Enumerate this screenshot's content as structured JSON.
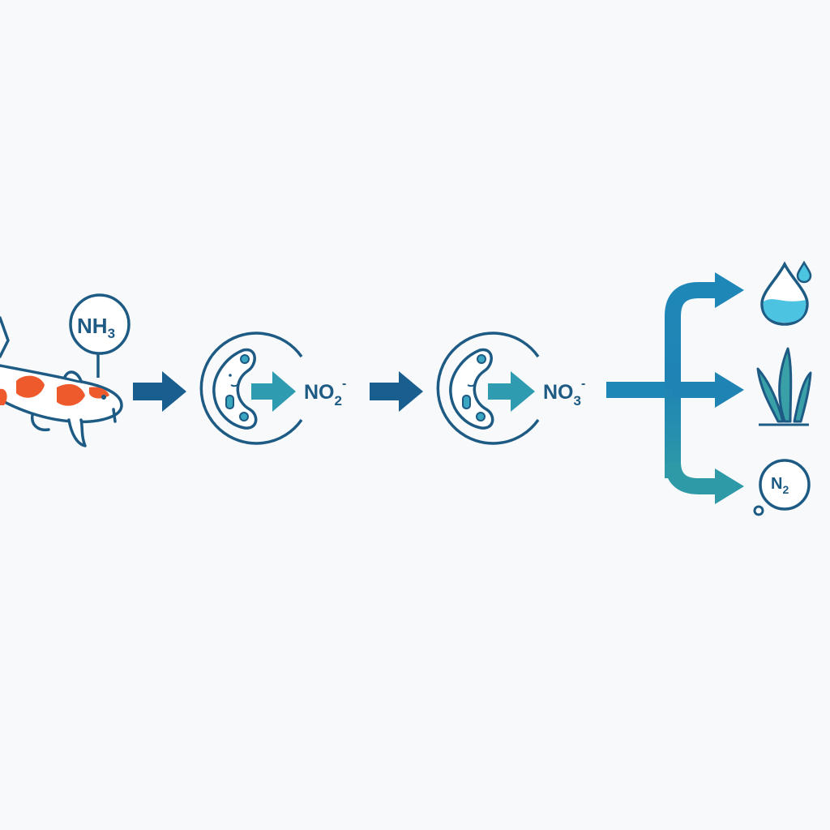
{
  "colors": {
    "background": "#f7f9fa",
    "navy": "#1d5a84",
    "arrow_dark": "#1a5d8f",
    "teal": "#2f9bb0",
    "branch_blue": "#1f87b8",
    "branch_teal": "#2e9aa8",
    "koi_orange": "#ef5a2c",
    "water": "#4cc3e0",
    "plant": "#3aa0a8"
  },
  "nodes": {
    "ammonia": {
      "base": "NH",
      "sub": "3"
    },
    "nitrite": {
      "base": "NO",
      "sub": "2",
      "charge": "-"
    },
    "nitrate": {
      "base": "NO",
      "sub": "3",
      "charge": "-"
    },
    "nitrogen_gas": {
      "base": "N",
      "sub": "2"
    }
  },
  "icons": [
    "koi-fish-icon",
    "bacteria-icon",
    "water-drop-icon",
    "aquatic-plant-icon",
    "gas-bubble-icon"
  ]
}
